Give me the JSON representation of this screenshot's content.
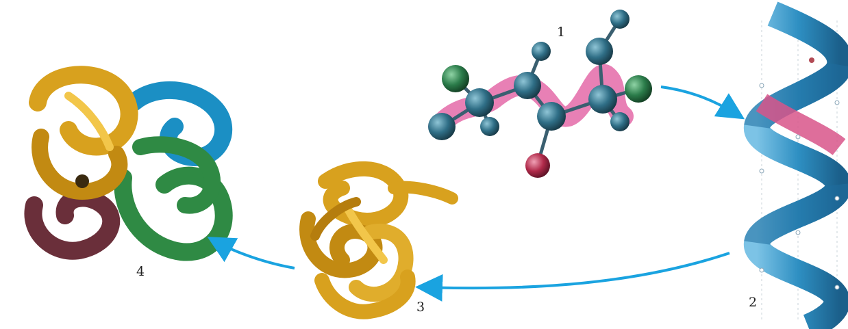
{
  "stages": [
    {
      "id": "primary",
      "label": "1",
      "icon": "amino-acid-chain-icon"
    },
    {
      "id": "secondary",
      "label": "2",
      "icon": "alpha-helix-icon"
    },
    {
      "id": "tertiary",
      "label": "3",
      "icon": "folded-protein-icon"
    },
    {
      "id": "quaternary",
      "label": "4",
      "icon": "protein-complex-icon"
    }
  ],
  "colors": {
    "arrow": "#1aa3e0",
    "backbone_pink": "#e46aa8",
    "atom_teal": "#2f6e86",
    "atom_green": "#2b7c4a",
    "atom_red": "#b02a4a",
    "helix_blue": "#2e8fc2",
    "helix_pink": "#d8558a",
    "fold_gold": "#d8a11e",
    "fold_blue": "#1b8fc4",
    "fold_green": "#2f8a44",
    "fold_brown": "#6a2f3a"
  }
}
